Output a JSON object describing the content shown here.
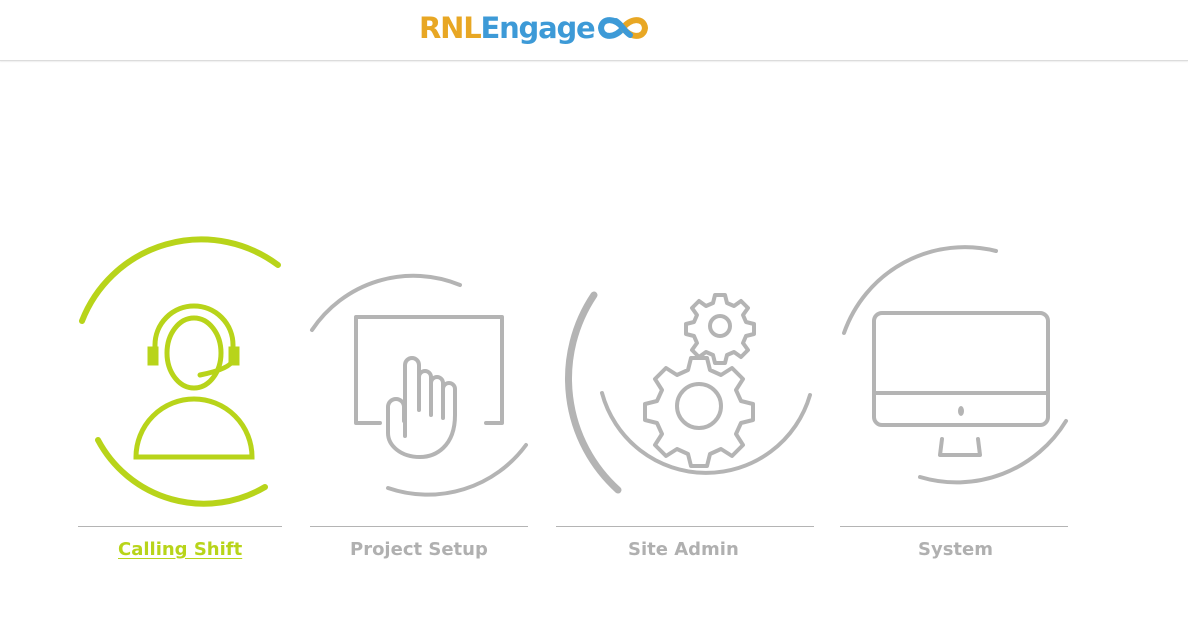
{
  "header": {
    "logo": {
      "part1": "RNL",
      "part2": "Engage",
      "icon": "infinity-icon",
      "colors": {
        "rnl": "#e8a724",
        "engage": "#3d9ad7"
      }
    }
  },
  "tiles": [
    {
      "label": "Calling Shift",
      "icon": "headset-agent-icon",
      "active": true,
      "color": "#b8d41a"
    },
    {
      "label": "Project Setup",
      "icon": "touch-screen-icon",
      "active": false,
      "color": "#b0b0b0"
    },
    {
      "label": "Site Admin",
      "icon": "gears-icon",
      "active": false,
      "color": "#b0b0b0"
    },
    {
      "label": "System",
      "icon": "desktop-monitor-icon",
      "active": false,
      "color": "#b0b0b0"
    }
  ]
}
